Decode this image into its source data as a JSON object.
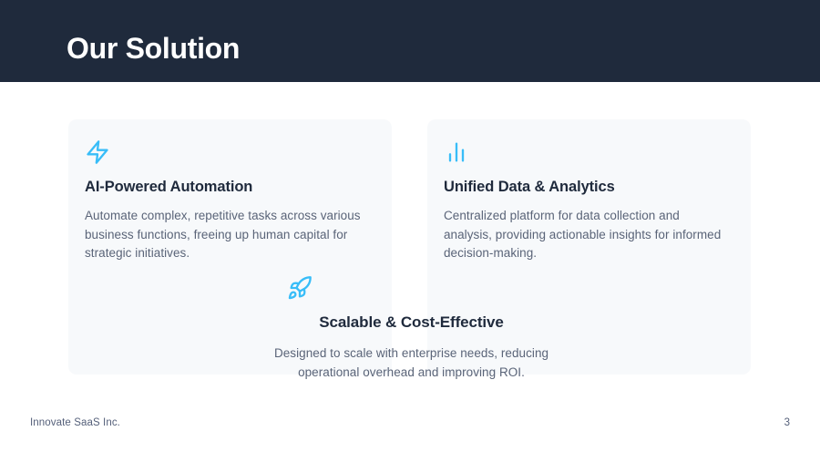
{
  "slide": {
    "header": {
      "title": "Our Solution",
      "background_color": "#1f2a3c",
      "text_color": "#ffffff"
    },
    "accent_color": "#38bdf8",
    "card_background": "#f7f9fb",
    "heading_color": "#1f2a3c",
    "body_color": "#5a6478",
    "cards": [
      {
        "icon": "zap-icon",
        "heading": "AI-Powered Automation",
        "body": "Automate complex, repetitive tasks across various business functions, freeing up human capital for strategic initiatives."
      },
      {
        "icon": "bar-chart-icon",
        "heading": "Unified Data & Analytics",
        "body": "Centralized platform for data collection and analysis, providing actionable insights for informed decision-making."
      },
      {
        "icon": "rocket-icon",
        "heading": "Scalable & Cost-Effective",
        "body": "Designed to scale with enterprise needs, reducing operational overhead and improving ROI."
      }
    ],
    "footer": {
      "company": "Innovate SaaS Inc.",
      "page_number": "3"
    }
  }
}
